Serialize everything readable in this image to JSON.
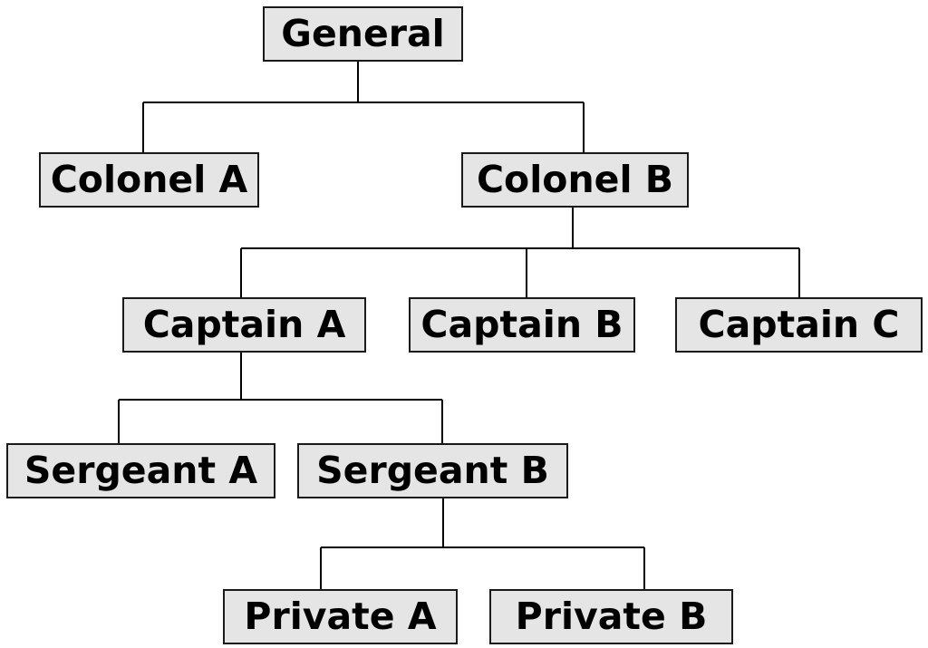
{
  "diagram": {
    "nodes": {
      "general": "General",
      "colonel_a": "Colonel A",
      "colonel_b": "Colonel B",
      "captain_a": "Captain A",
      "captain_b": "Captain B",
      "captain_c": "Captain C",
      "sergeant_a": "Sergeant A",
      "sergeant_b": "Sergeant B",
      "private_a": "Private A",
      "private_b": "Private B"
    },
    "hierarchy": [
      {
        "parent": "General",
        "children": [
          "Colonel A",
          "Colonel B"
        ]
      },
      {
        "parent": "Colonel B",
        "children": [
          "Captain A",
          "Captain B",
          "Captain C"
        ]
      },
      {
        "parent": "Captain A",
        "children": [
          "Sergeant A",
          "Sergeant B"
        ]
      },
      {
        "parent": "Sergeant B",
        "children": [
          "Private A",
          "Private B"
        ]
      }
    ],
    "colors": {
      "node_fill": "#e5e5e5",
      "node_border": "#1a1a1a",
      "line": "#000000",
      "text": "#000000"
    }
  }
}
